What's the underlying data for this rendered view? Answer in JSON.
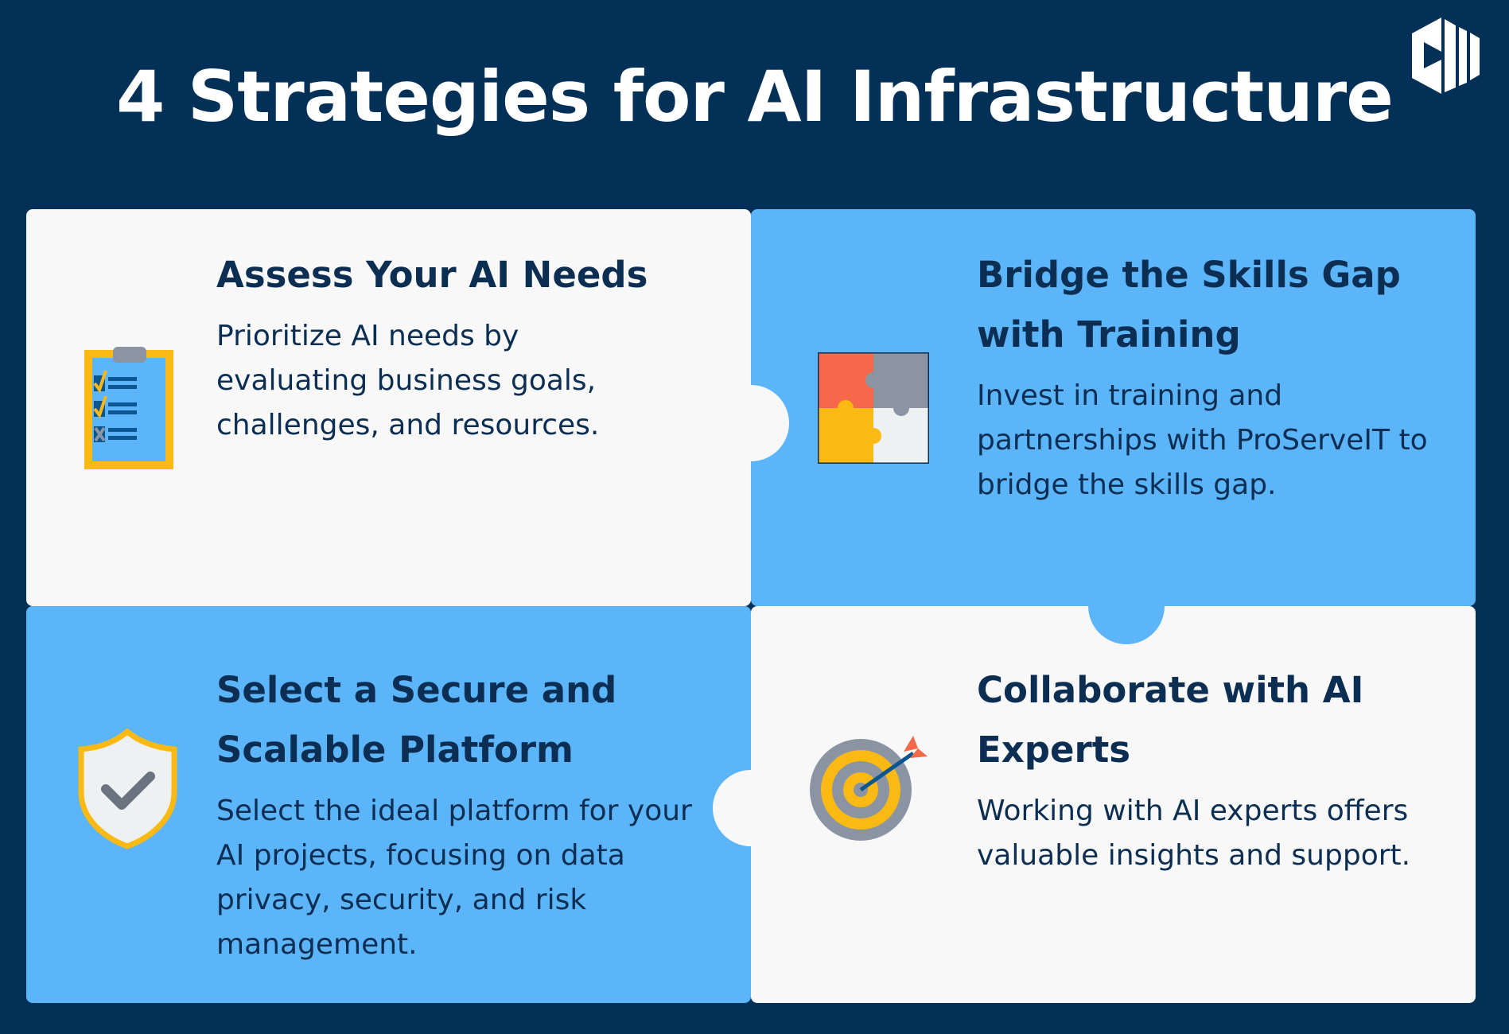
{
  "title": "4 Strategies for AI Infrastructure",
  "logo_icon": "hexagon-bars-logo",
  "cards": [
    {
      "heading": "Assess Your AI Needs",
      "body": "Prioritize AI needs by evaluating business goals, challenges, and resources.",
      "icon": "clipboard-checklist-icon"
    },
    {
      "heading": "Bridge the Skills Gap with Training",
      "body": "Invest in training and partnerships with ProServeIT to bridge the skills gap.",
      "icon": "puzzle-icon"
    },
    {
      "heading": "Select a Secure and Scalable Platform",
      "body": "Select the ideal platform for your AI projects, focusing on data privacy, security, and risk management.",
      "icon": "shield-check-icon"
    },
    {
      "heading": "Collaborate with AI Experts",
      "body": "Working with AI experts offers valuable insights and support.",
      "icon": "target-arrow-icon"
    }
  ],
  "colors": {
    "background": "#033056",
    "blue": "#5cb5f9",
    "white": "#f8f8f8",
    "text": "#0b2e52",
    "accent": "#fbb913"
  }
}
